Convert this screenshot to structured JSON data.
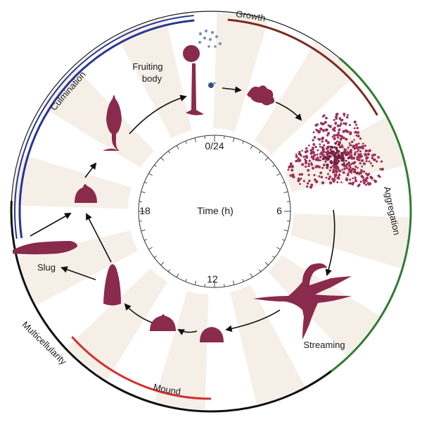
{
  "clock": {
    "center_label": "Time (h)",
    "tick_labels": {
      "top": "0/24",
      "right": "6",
      "bottom": "12",
      "left": "18"
    }
  },
  "phases": {
    "growth": {
      "label": "Growth",
      "color": "#7a2a22"
    },
    "aggregation": {
      "label": "Aggregation",
      "color": "#2e7d32"
    },
    "multicellularity": {
      "label": "Multicellularity",
      "color": "#111111"
    },
    "mound": {
      "label": "Mound",
      "color": "#d32f2f"
    },
    "culmination": {
      "label": "Culmination",
      "color": "#283593"
    }
  },
  "stages": {
    "fruiting_body": {
      "line1": "Fruiting",
      "line2": "body"
    },
    "streaming": "Streaming",
    "slug": "Slug"
  },
  "icons": [
    "fruiting-body-icon",
    "amoeba-cell-icon",
    "aggregation-cloud-icon",
    "streaming-cell-icon",
    "mound-icon",
    "tipped-mound-icon",
    "finger-icon",
    "slug-icon",
    "culminant-icon"
  ]
}
